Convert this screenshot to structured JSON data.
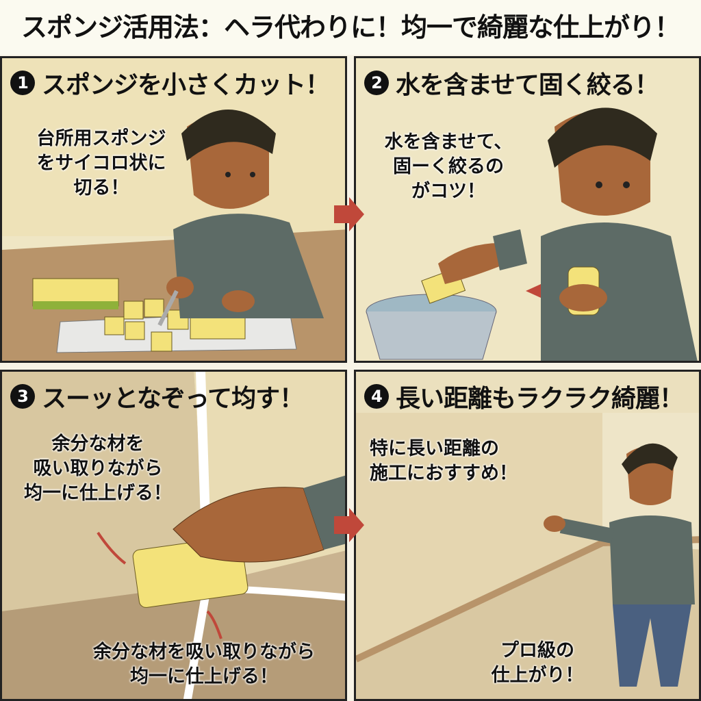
{
  "title": "スポンジ活用法：ヘラ代わりに！均一で綺麗な仕上がり！",
  "panels": [
    {
      "num": "1",
      "title": "スポンジを小さくカット！",
      "captions": [
        "台所用スポンジ",
        "をサイコロ状に",
        "切る！"
      ]
    },
    {
      "num": "2",
      "title": "水を含ませて固く絞る！",
      "captions": [
        "水を含ませて、",
        "固ーく絞るの",
        "がコツ！"
      ]
    },
    {
      "num": "3",
      "title": "スーッとなぞって均す！",
      "captions": [
        "余分な材を",
        "吸い取りながら",
        "均一に仕上げる！"
      ],
      "bottom_captions": [
        "余分な材を吸い取りながら",
        "均一に仕上げる！"
      ]
    },
    {
      "num": "4",
      "title": "長い距離もラクラク綺麗！",
      "captions": [
        "特に長い距離の",
        "施工におすすめ！"
      ],
      "bottom_captions": [
        "プロ級の",
        "仕上がり！"
      ]
    }
  ],
  "colors": {
    "arrow": "#c0483a",
    "sponge": "#f3e27a",
    "sponge_green": "#8fb13a",
    "shirt": "#5d6b66",
    "skin": "#a8673a"
  }
}
